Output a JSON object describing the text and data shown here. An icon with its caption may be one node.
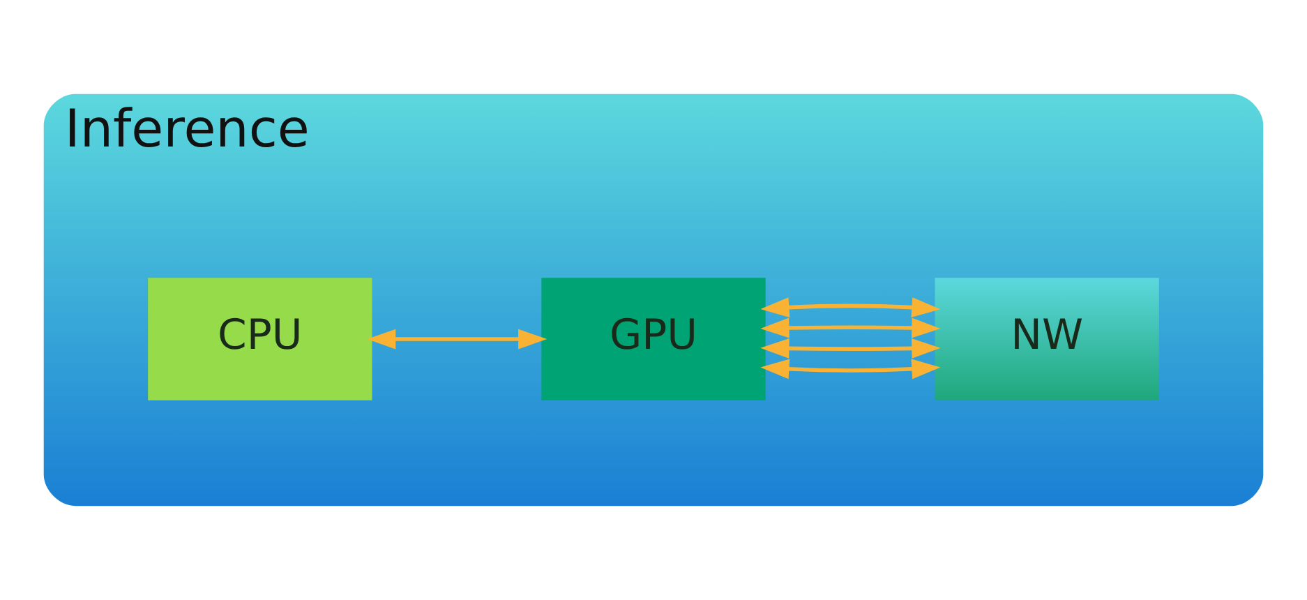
{
  "diagram": {
    "nodes": [
      {
        "text": [
          "Inference"
        ]
      },
      {
        "text": [
          "CPU"
        ],
        "in": 0
      },
      {
        "text": [
          "GPU"
        ],
        "in": 0
      },
      {
        "text": [
          "NW"
        ],
        "in": 0
      }
    ],
    "edges": [
      {
        "from": 1,
        "to": 2,
        "arrow": "both"
      },
      {
        "from": 2,
        "to": 3,
        "arrow": "both"
      },
      {
        "from": 2,
        "to": 3,
        "arrow": "both"
      },
      {
        "from": 2,
        "to": 3,
        "arrow": "both"
      },
      {
        "from": 2,
        "to": 3,
        "arrow": "both"
      }
    ]
  }
}
